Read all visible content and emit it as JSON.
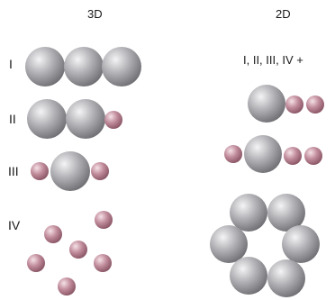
{
  "headers": {
    "three_d": "3D",
    "two_d": "2D"
  },
  "rows": {
    "I": "I",
    "II": "II",
    "III": "III",
    "IV": "IV"
  },
  "two_d_group_label": "I, II, III, IV +",
  "colors": {
    "large_sphere": "#a9a9ad",
    "large_sphere_highlight": "#f2f2f4",
    "large_sphere_shadow": "#6d6d72",
    "small_sphere": "#c08a9a",
    "small_sphere_highlight": "#f3dde4",
    "small_sphere_shadow": "#8a5a69"
  }
}
